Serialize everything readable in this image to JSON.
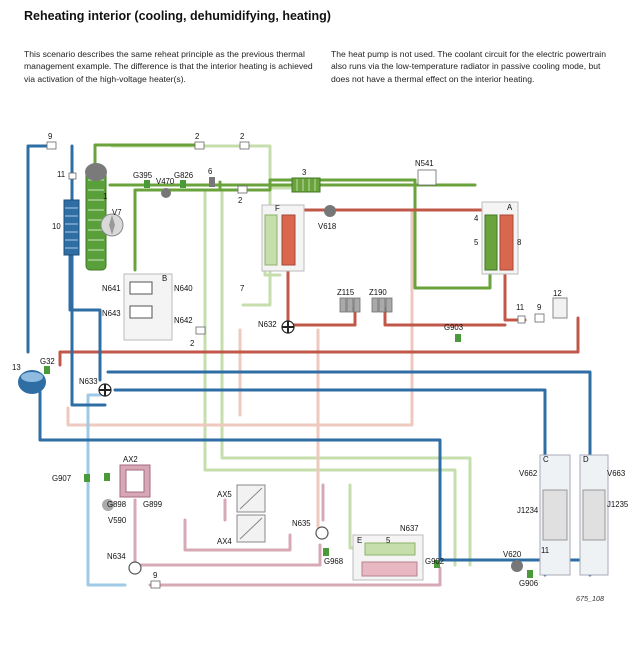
{
  "title": "Reheating interior (cooling, dehumidifying, heating)",
  "paragraphs": {
    "left": "This scenario describes the same reheat principle as the previous thermal management example. The difference is that the interior heating is achieved via activation of the high-voltage heater(s).",
    "right": "The heat pump is not used. The coolant circuit for the electric powertrain also runs via the low-temperature radiator in passive cooling mode, but does not have a thermal effect on the interior heating."
  },
  "colors": {
    "dark_blue": "#2e6ea5",
    "light_blue": "#9fc9e6",
    "dark_green": "#6aa23b",
    "light_green": "#c6deab",
    "dark_red": "#c0584a",
    "light_red": "#edc9bf",
    "pink": "#d7a9b4",
    "sensor_green": "#4a9a3a"
  },
  "labels": {
    "n9a": "9",
    "n2a": "2",
    "n2b": "2",
    "n2c": "2",
    "n2d": "2",
    "n11a": "11",
    "n1": "1",
    "nV7": "V7",
    "n10": "10",
    "G395": "G395",
    "V470": "V470",
    "G826": "G826",
    "n6": "6",
    "n3": "3",
    "N541": "N541",
    "nF": "F",
    "V618": "V618",
    "n4": "4",
    "nA": "A",
    "n5a": "5",
    "n8": "8",
    "nB": "B",
    "N641": "N641",
    "N640": "N640",
    "N643": "N643",
    "N642": "N642",
    "n7": "7",
    "N632": "N632",
    "Z115": "Z115",
    "Z190": "Z190",
    "G903": "G903",
    "n11b": "11",
    "n9b": "9",
    "n12": "12",
    "n13": "13",
    "G32": "G32",
    "N633": "N633",
    "nC": "C",
    "nD": "D",
    "V662": "V662",
    "V663": "V663",
    "J1234": "J1234",
    "J1235": "J1235",
    "n11c": "11",
    "G907": "G907",
    "AX2": "AX2",
    "G898": "G898",
    "G899": "G899",
    "V590": "V590",
    "AX5": "AX5",
    "AX4": "AX4",
    "N635": "N635",
    "N637": "N637",
    "nE": "E",
    "n5b": "5",
    "G968": "G968",
    "G902": "G902",
    "V620": "V620",
    "G906": "G906",
    "N634": "N634",
    "n9c": "9"
  },
  "figure_id": "675_108"
}
